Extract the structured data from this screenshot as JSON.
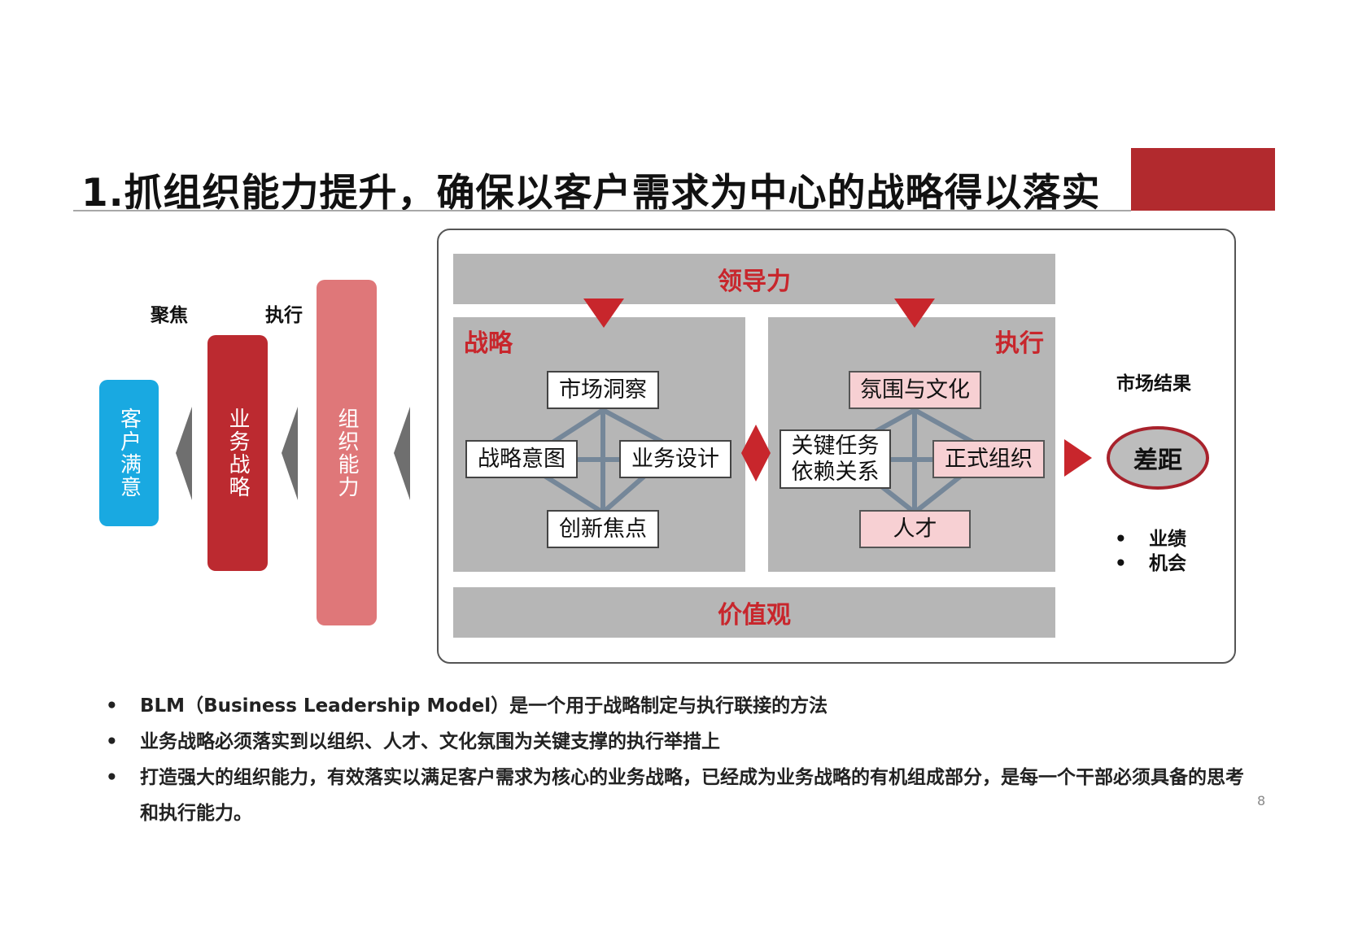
{
  "title": "1.抓组织能力提升，确保以客户需求为中心的战略得以落实",
  "colors": {
    "accent_red": "#b22a2e",
    "blue": "#19a9e1",
    "dark_red": "#bc2a30",
    "light_red": "#df7779",
    "panel_gray": "#b6b6b6",
    "pink": "#f7d0d3"
  },
  "left_flow": {
    "labels": {
      "focus": "聚焦",
      "execute": "执行"
    },
    "pills": {
      "customer": "客户满意",
      "business": "业务战略",
      "org": "组织能力"
    }
  },
  "model": {
    "leadership": "领导力",
    "values": "价值观",
    "strategy": {
      "title": "战略",
      "market_insight": "市场洞察",
      "strategic_intent": "战略意图",
      "business_design": "业务设计",
      "innovation_focus": "创新焦点"
    },
    "execution": {
      "title": "执行",
      "climate_culture": "氛围与文化",
      "key_tasks_line1": "关键任务",
      "key_tasks_line2": "依赖关系",
      "formal_org": "正式组织",
      "talent": "人才"
    }
  },
  "market_result": {
    "label": "市场结果",
    "gap": "差距",
    "items": [
      "业绩",
      "机会"
    ]
  },
  "bullets": [
    "BLM（Business Leadership Model）是一个用于战略制定与执行联接的方法",
    "业务战略必须落实到以组织、人才、文化氛围为关键支撑的执行举措上",
    "打造强大的组织能力，有效落实以满足客户需求为核心的业务战略，已经成为业务战略的有机组成部分，是每一个干部必须具备的思考和执行能力。"
  ],
  "page_number": "8"
}
